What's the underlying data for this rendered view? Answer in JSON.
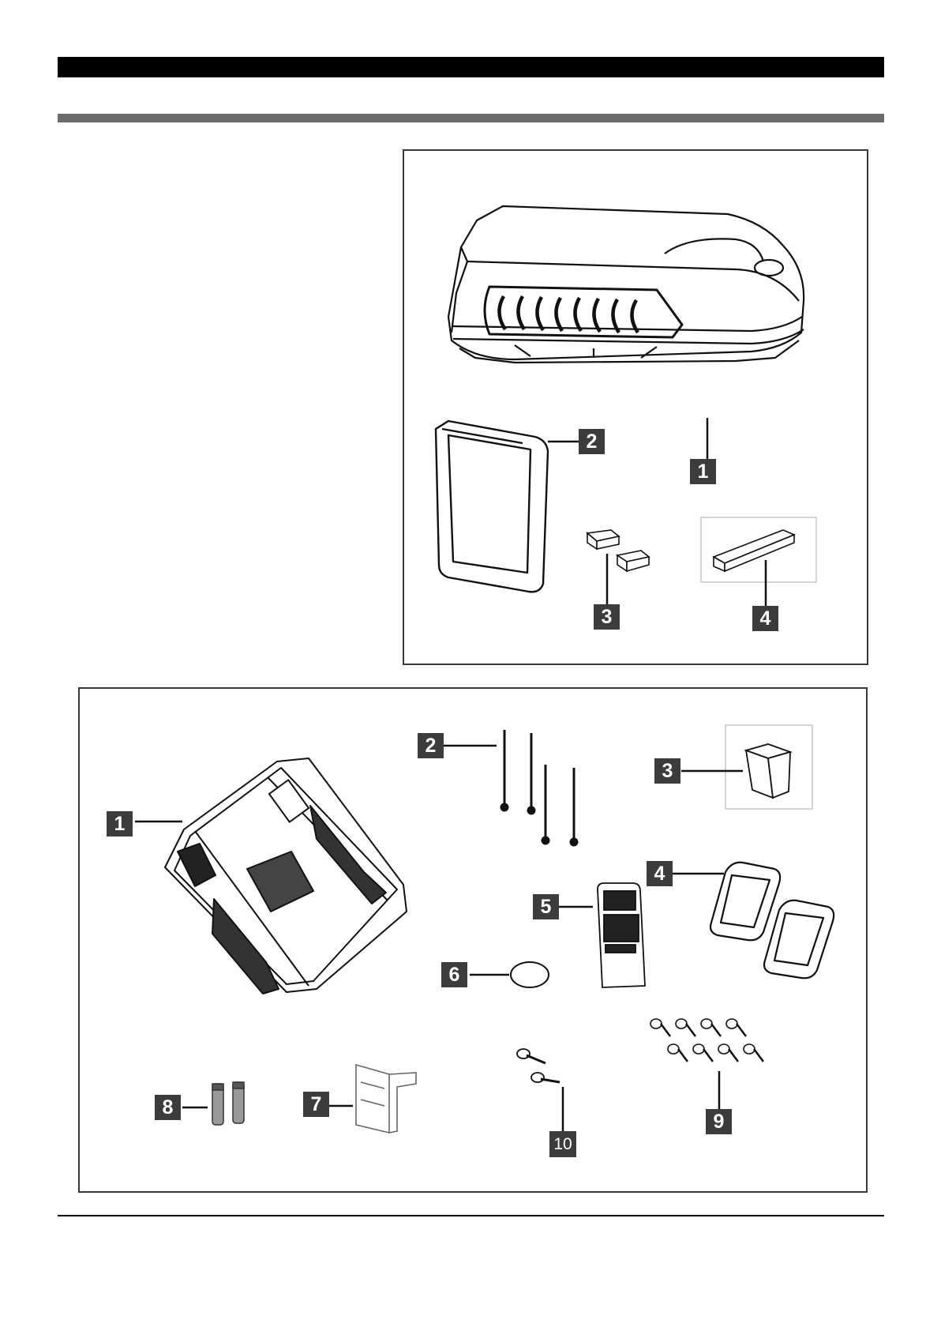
{
  "figure_top": {
    "callouts": {
      "c1": "1",
      "c2": "2",
      "c3": "3",
      "c4": "4"
    },
    "parts": [
      "roof-unit",
      "ceiling-gasket",
      "foam-blocks",
      "foam-strip"
    ]
  },
  "figure_bottom": {
    "callouts": {
      "c1": "1",
      "c2": "2",
      "c3": "3",
      "c4": "4",
      "c5": "5",
      "c6": "6",
      "c7": "7",
      "c8": "8",
      "c9": "9",
      "c10": "10"
    },
    "parts": [
      "ceiling-panel",
      "mounting-bolts",
      "drain-adapter",
      "air-outlet-frames",
      "remote-control",
      "coin-battery",
      "remote-holder",
      "aaa-batteries",
      "screws",
      "holder-screws"
    ]
  },
  "colors": {
    "callout_bg": "#3c3c3c",
    "header_bar": "#000000",
    "sub_bar": "#6b6b6b"
  }
}
